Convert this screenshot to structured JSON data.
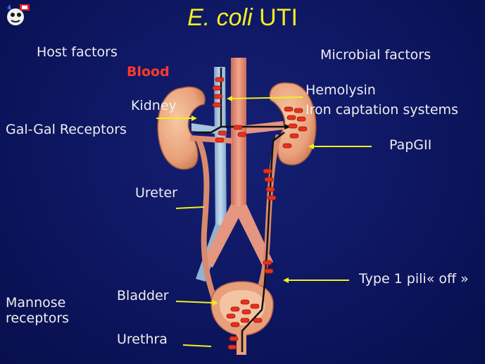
{
  "title": {
    "italic": "E. coli",
    "rest": " UTI"
  },
  "labels": {
    "host_factors": "Host factors",
    "blood": "Blood",
    "kidney": "Kidney",
    "gal_gal": "Gal-Gal Receptors",
    "ureter": "Ureter",
    "bladder": "Bladder",
    "urethra": "Urethra",
    "mannose": [
      "Mannose",
      "receptors"
    ],
    "microbial_factors": "Microbial factors",
    "hemolysin": "Hemolysin",
    "iron": "Iron captation systems",
    "papgii": "PapGII",
    "type1": "Type 1 pili« off »"
  },
  "colors": {
    "background": "#0c1560",
    "title": "#f2ef1e",
    "text": "#eeeeee",
    "accent_red": "#ff3a2a",
    "bacteria": "#e8301c",
    "pointer": "#f2ef1e"
  }
}
